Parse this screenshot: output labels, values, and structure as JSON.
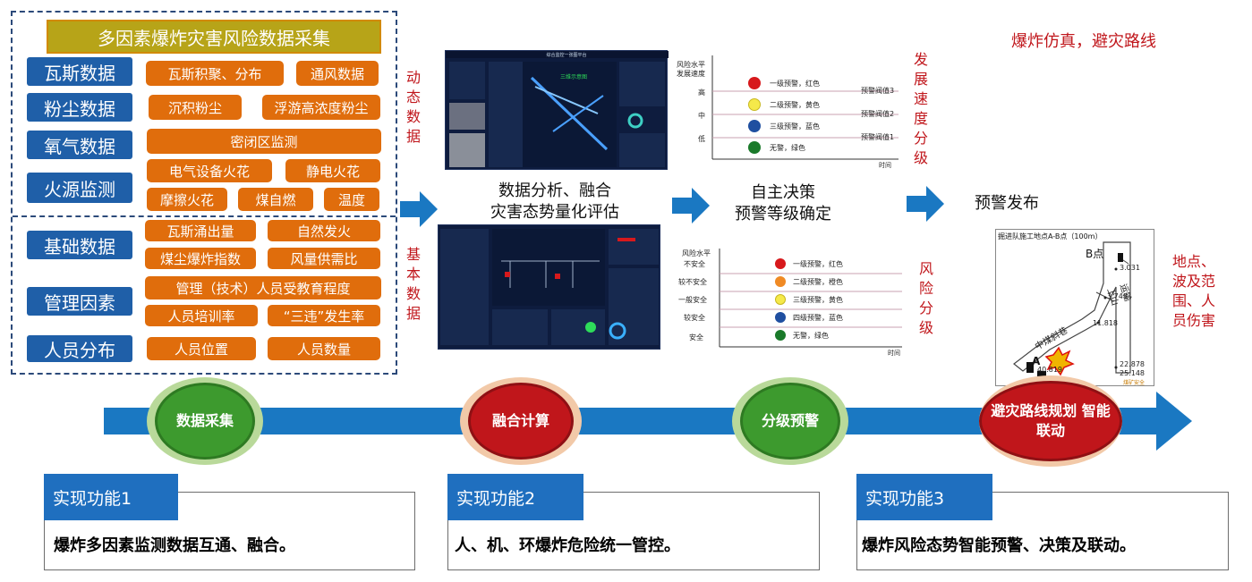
{
  "collection": {
    "title": "多因素爆炸灾害风险数据采集",
    "dynamic_rows": [
      {
        "category": "瓦斯数据",
        "tags": [
          "瓦斯积聚、分布",
          "通风数据"
        ]
      },
      {
        "category": "粉尘数据",
        "tags": [
          "沉积粉尘",
          "浮游高浓度粉尘"
        ]
      },
      {
        "category": "氧气数据",
        "tags": [
          "密闭区监测"
        ]
      },
      {
        "category": "火源监测",
        "tags": [
          "电气设备火花",
          "静电火花",
          "摩擦火花",
          "煤自燃",
          "温度"
        ]
      }
    ],
    "basic_rows": [
      {
        "category": "基础数据",
        "tags": [
          "瓦斯涌出量",
          "自然发火",
          "煤尘爆炸指数",
          "风量供需比"
        ]
      },
      {
        "category": "管理因素",
        "tags": [
          "管理（技术）人员受教育程度",
          "人员培训率",
          "“三违”发生率"
        ]
      },
      {
        "category": "人员分布",
        "tags": [
          "人员位置",
          "人员数量"
        ]
      }
    ]
  },
  "side_labels": {
    "dynamic": "动态数据",
    "basic": "基本数据",
    "speed": "发展速度分级",
    "risk": "风险分级",
    "impact": "地点、波及范围、人员伤害"
  },
  "top_right_title": "爆炸仿真，避灾路线",
  "stage_labels": {
    "analysis": [
      "数据分析、融合",
      "灾害态势量化评估"
    ],
    "decision": [
      "自主决策",
      "预警等级确定"
    ],
    "release": "预警发布"
  },
  "screen_top": {
    "title": "综合监控一张图平台",
    "center_label": "三维示意图"
  },
  "speed_chart": {
    "y_label": [
      "风险水平",
      "发展速度"
    ],
    "x_label": "时间",
    "levels": [
      "高",
      "中",
      "低"
    ],
    "thresholds": [
      "预警阀值3",
      "预警阀值2",
      "预警阀值1"
    ],
    "items": [
      {
        "text": "一级预警，红色",
        "color": "#d7191c"
      },
      {
        "text": "二级预警，黄色",
        "color": "#f5e94a"
      },
      {
        "text": "三级预警，蓝色",
        "color": "#1f4fa0"
      },
      {
        "text": "无警，绿色",
        "color": "#1a7a2a"
      }
    ]
  },
  "risk_chart": {
    "y_label": "风险水平",
    "x_label": "时间",
    "levels": [
      "不安全",
      "较不安全",
      "一般安全",
      "较安全",
      "安全"
    ],
    "items": [
      {
        "text": "一级预警，红色",
        "color": "#d7191c"
      },
      {
        "text": "二级预警，橙色",
        "color": "#f08a24"
      },
      {
        "text": "三级预警，黄色",
        "color": "#f5e94a"
      },
      {
        "text": "四级预警，蓝色",
        "color": "#1f4fa0"
      },
      {
        "text": "无警，绿色",
        "color": "#1a7a2a"
      }
    ]
  },
  "map": {
    "title": "掘进队施工地点A-B点（100m）",
    "point_b": "B点",
    "point_a": "A",
    "road1": "运输上山",
    "road2": "中煤斜巷",
    "readings": [
      "3.031",
      "3.749",
      "11.818",
      "22.878",
      "25.148",
      "40.819"
    ],
    "watermark": "煤矿安全"
  },
  "pipeline": [
    {
      "label": "数据采集",
      "style": "green"
    },
    {
      "label": "融合计算",
      "style": "red"
    },
    {
      "label": "分级预警",
      "style": "green"
    },
    {
      "label": "避灾路线规划 智能联动",
      "style": "red"
    }
  ],
  "functions": [
    {
      "tab": "实现功能1",
      "text": "爆炸多因素监测数据互通、融合。"
    },
    {
      "tab": "实现功能2",
      "text": "人、机、环爆炸危险统一管控。"
    },
    {
      "tab": "实现功能3",
      "text": "爆炸风险态势智能预警、决策及联动。"
    }
  ],
  "colors": {
    "blue": "#1f5fa8",
    "orange": "#e06d0c",
    "olive": "#b7a418",
    "red_text": "#c0161b",
    "green_circle": "#3d9a2e",
    "red_circle": "#c0161b",
    "arrow_blue": "#1a78c2"
  }
}
